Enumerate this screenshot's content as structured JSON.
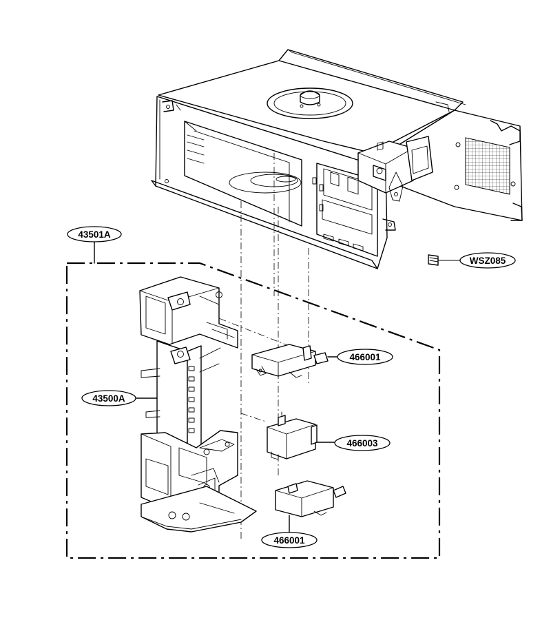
{
  "callouts": {
    "assembly": "43501A",
    "screw": "WSZ085",
    "latch_board": "43500A",
    "switch_top": "466001",
    "switch_middle": "466003",
    "switch_bottom": "466001"
  }
}
